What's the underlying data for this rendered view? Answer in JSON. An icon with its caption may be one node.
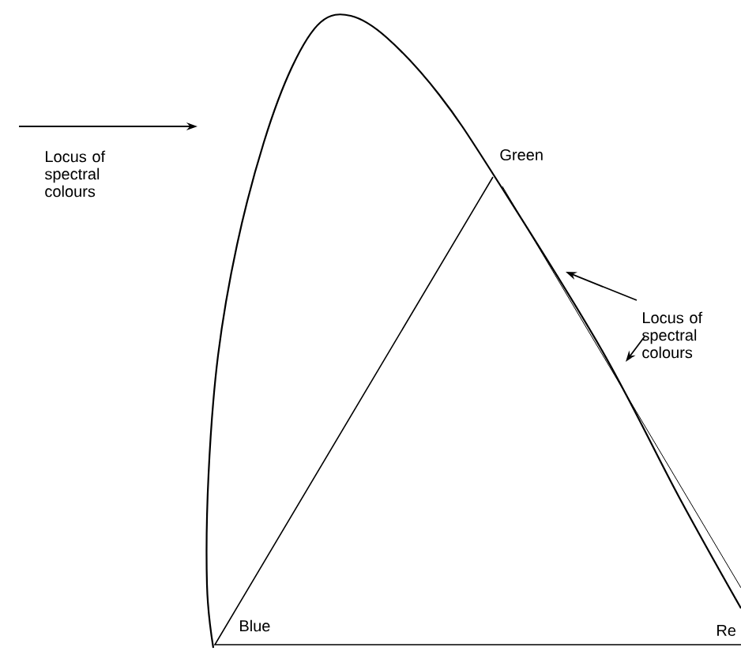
{
  "diagram": {
    "nodes": [
      {
        "text": [
          "Locus of spectral colours"
        ]
      },
      {
        "text": [
          "Locus of spectral colours"
        ]
      }
    ],
    "edges": [
      {
        "from": 0,
        "to": null,
        "arrow": "to"
      },
      {
        "from": 1,
        "to": null,
        "arrow": "to"
      },
      {
        "from": 1,
        "to": null,
        "arrow": "to"
      }
    ],
    "labels": [
      "Green",
      "Blue",
      "Re"
    ]
  }
}
